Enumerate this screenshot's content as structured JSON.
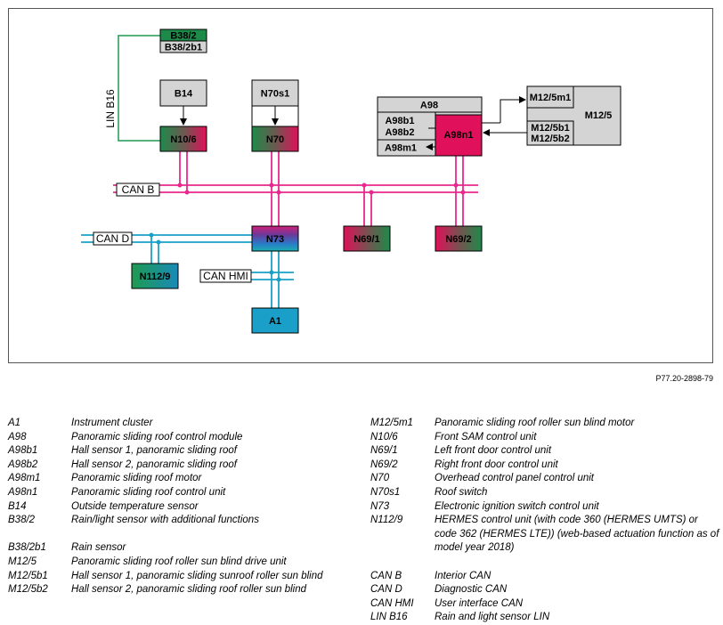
{
  "diagram": {
    "components": {
      "B38_2": "B38/2",
      "B38_2b1": "B38/2b1",
      "B14": "B14",
      "N10_6": "N10/6",
      "N70s1": "N70s1",
      "N70": "N70",
      "A98": "A98",
      "A98b1": "A98b1",
      "A98b2": "A98b2",
      "A98m1": "A98m1",
      "A98n1": "A98n1",
      "M12_5m1": "M12/5m1",
      "M12_5": "M12/5",
      "M12_5b1": "M12/5b1",
      "M12_5b2": "M12/5b2",
      "N73": "N73",
      "N69_1": "N69/1",
      "N69_2": "N69/2",
      "N112_9": "N112/9",
      "A1": "A1"
    },
    "buses": {
      "can_b": "CAN B",
      "can_d": "CAN D",
      "can_hmi": "CAN HMI",
      "lin_b16": "LIN B16"
    },
    "colors": {
      "can_b_wire": "#e8288c",
      "can_d_wire": "#1aa0c8",
      "lin_wire": "#1e9a50",
      "a98n1_fill": "#e0105a",
      "a1_fill": "#1a9fc8",
      "gray_fill": "#d4d4d4",
      "frame": "#555555"
    }
  },
  "reference": "P77.20-2898-79",
  "legend": {
    "left": [
      {
        "code": "A1",
        "desc": "Instrument cluster"
      },
      {
        "code": "A98",
        "desc": "Panoramic sliding roof control module"
      },
      {
        "code": "A98b1",
        "desc": "Hall sensor 1, panoramic sliding roof"
      },
      {
        "code": "A98b2",
        "desc": "Hall sensor 2, panoramic sliding roof"
      },
      {
        "code": "A98m1",
        "desc": "Panoramic sliding roof motor"
      },
      {
        "code": "A98n1",
        "desc": "Panoramic sliding roof control unit"
      },
      {
        "code": "B14",
        "desc": "Outside temperature sensor"
      },
      {
        "code": "B38/2",
        "desc": "Rain/light sensor with additional functions"
      }
    ],
    "left_bottom": [
      {
        "code": "B38/2b1",
        "desc": "Rain sensor"
      },
      {
        "code": "M12/5",
        "desc": "Panoramic sliding roof roller sun blind drive unit"
      },
      {
        "code": "M12/5b1",
        "desc": "Hall sensor 1, panoramic sliding sunroof roller sun blind"
      },
      {
        "code": "M12/5b2",
        "desc": "Hall sensor 2, panoramic sliding roof roller sun blind"
      }
    ],
    "right": [
      {
        "code": "M12/5m1",
        "desc": "Panoramic sliding roof roller sun blind motor"
      },
      {
        "code": "N10/6",
        "desc": "Front SAM control unit"
      },
      {
        "code": "N69/1",
        "desc": "Left front door control unit"
      },
      {
        "code": "N69/2",
        "desc": "Right front door control unit"
      },
      {
        "code": "N70",
        "desc": "Overhead control panel control unit"
      },
      {
        "code": "N70s1",
        "desc": "Roof switch"
      },
      {
        "code": "N73",
        "desc": "Electronic ignition switch control unit"
      },
      {
        "code": "N112/9",
        "desc": "HERMES control unit (with code 360 (HERMES UMTS) or code 362 (HERMES LTE)) (web-based actuation function as of model year 2018)"
      }
    ],
    "right_bottom": [
      {
        "code": "CAN B",
        "desc": "Interior CAN"
      },
      {
        "code": "CAN D",
        "desc": "Diagnostic CAN"
      },
      {
        "code": "CAN HMI",
        "desc": "User interface CAN"
      },
      {
        "code": "LIN B16",
        "desc": "Rain and light sensor LIN"
      }
    ]
  }
}
